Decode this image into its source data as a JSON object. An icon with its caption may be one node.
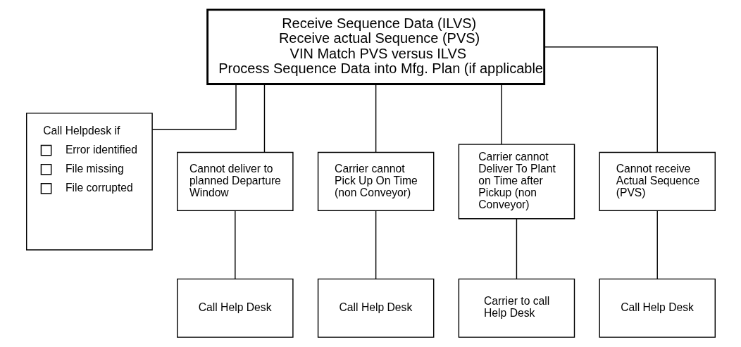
{
  "diagram": {
    "nodes": [
      {
        "text": [
          "Receive Sequence Data (ILVS)",
          "Receive actual Sequence (PVS)",
          "VIN Match PVS versus ILVS",
          "Process Sequence Data into Mfg. Plan (if applicable"
        ]
      },
      {
        "text": [
          "Call Helpdesk if",
          "Error identified",
          "File missing",
          "File corrupted"
        ]
      },
      {
        "text": [
          "Cannot deliver to planned Departure Window"
        ]
      },
      {
        "text": [
          "Call Help Desk"
        ]
      },
      {
        "text": [
          "Carrier cannot Pick Up On Time (non Conveyor)"
        ]
      },
      {
        "text": [
          "Call Help Desk"
        ]
      },
      {
        "text": [
          "Carrier cannot Deliver To Plant on Time after Pickup (non Conveyor)"
        ]
      },
      {
        "text": [
          "Carrier to call Help Desk"
        ]
      },
      {
        "text": [
          "Cannot receive Actual Sequence (PVS)"
        ]
      },
      {
        "text": [
          "Call Help Desk"
        ]
      }
    ],
    "edges": [
      {
        "from": 0,
        "to": 1,
        "arrow": "none"
      },
      {
        "from": 0,
        "to": 2,
        "arrow": "none"
      },
      {
        "from": 0,
        "to": 4,
        "arrow": "none"
      },
      {
        "from": 0,
        "to": 6,
        "arrow": "none"
      },
      {
        "from": 0,
        "to": 8,
        "arrow": "none"
      },
      {
        "from": 2,
        "to": 3,
        "arrow": "none"
      },
      {
        "from": 4,
        "to": 5,
        "arrow": "none"
      },
      {
        "from": 6,
        "to": 7,
        "arrow": "none"
      },
      {
        "from": 8,
        "to": 9,
        "arrow": "none"
      }
    ]
  }
}
